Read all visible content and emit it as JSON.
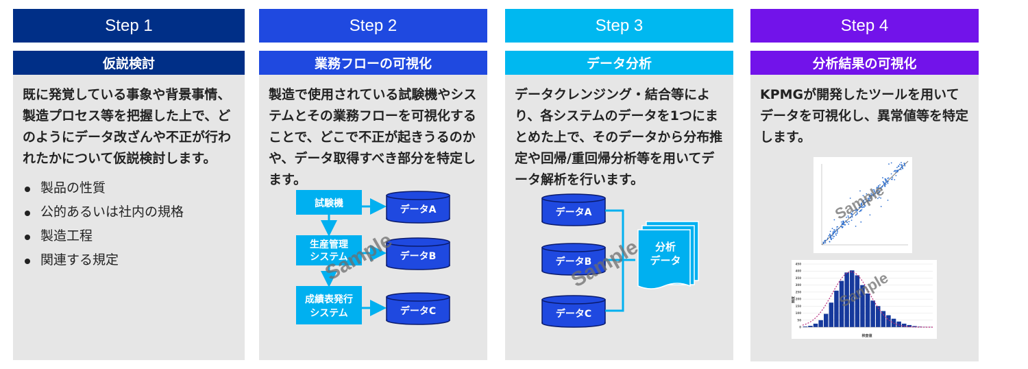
{
  "steps": [
    {
      "step_label": "Step 1",
      "title": "仮説検討",
      "description": "既に発覚している事象や背景事情、製造プロセス等を把握した上で、どのようにデータ改ざんや不正が行われたかについて仮説検討します。",
      "bullets": [
        "製品の性質",
        "公的あるいは社内の規格",
        "製造工程",
        "関連する規定"
      ],
      "colors": {
        "header": "#002f87",
        "sub": "#002f87"
      }
    },
    {
      "step_label": "Step 2",
      "title": "業務フローの可視化",
      "description": "製造で使用されている試験機やシステムとその業務フローを可視化することで、どこで不正が起きうるのかや、データ取得すべき部分を特定します。",
      "colors": {
        "header": "#1f49e0",
        "sub": "#1f49e0"
      },
      "diagram": {
        "systems": [
          {
            "line1": "試験機",
            "line2": ""
          },
          {
            "line1": "生産管理",
            "line2": "システム"
          },
          {
            "line1": "成績表発行",
            "line2": "システム"
          }
        ],
        "databases": [
          "データA",
          "データB",
          "データC"
        ],
        "watermark": "Sample"
      }
    },
    {
      "step_label": "Step 3",
      "title": "データ分析",
      "description": "データクレンジング・結合等により、各システムのデータを1つにまとめた上で、そのデータから分布推定や回帰/重回帰分析等を用いてデータ解析を行います。",
      "colors": {
        "header": "#00b8f0",
        "sub": "#00b8f0"
      },
      "diagram": {
        "databases": [
          "データA",
          "データB",
          "データC"
        ],
        "doc_line1": "分析",
        "doc_line2": "データ",
        "watermark": "Sample"
      }
    },
    {
      "step_label": "Step 4",
      "title": "分析結果の可視化",
      "description": "KPMGが開発したツールを用いてデータを可視化し、異常値等を特定します。",
      "colors": {
        "header": "#7213ea",
        "sub": "#7213ea"
      },
      "charts": {
        "scatter_watermark": "Sample",
        "histogram_watermark": "Sample",
        "histogram_xlabel": "検査値",
        "histogram_ylabel": "頻度"
      }
    }
  ],
  "chart_data": [
    {
      "type": "scatter",
      "title": "",
      "xlabel": "",
      "ylabel": "",
      "grid": true,
      "reference_line": "y = x",
      "note": "points cluster along the diagonal"
    },
    {
      "type": "bar",
      "title": "",
      "xlabel": "検査値",
      "ylabel": "頻度",
      "ylim": [
        0,
        450
      ],
      "y_ticks": [
        0,
        50,
        100,
        150,
        200,
        250,
        300,
        350,
        400,
        450
      ],
      "values": [
        5,
        10,
        25,
        50,
        95,
        175,
        260,
        330,
        390,
        405,
        370,
        300,
        240,
        190,
        150,
        115,
        85,
        60,
        40,
        25,
        15,
        8,
        4,
        2,
        1
      ],
      "overlay": "normal-distribution-curve",
      "colors": {
        "bars": "#16399c",
        "curve": "#b8287a"
      }
    }
  ]
}
